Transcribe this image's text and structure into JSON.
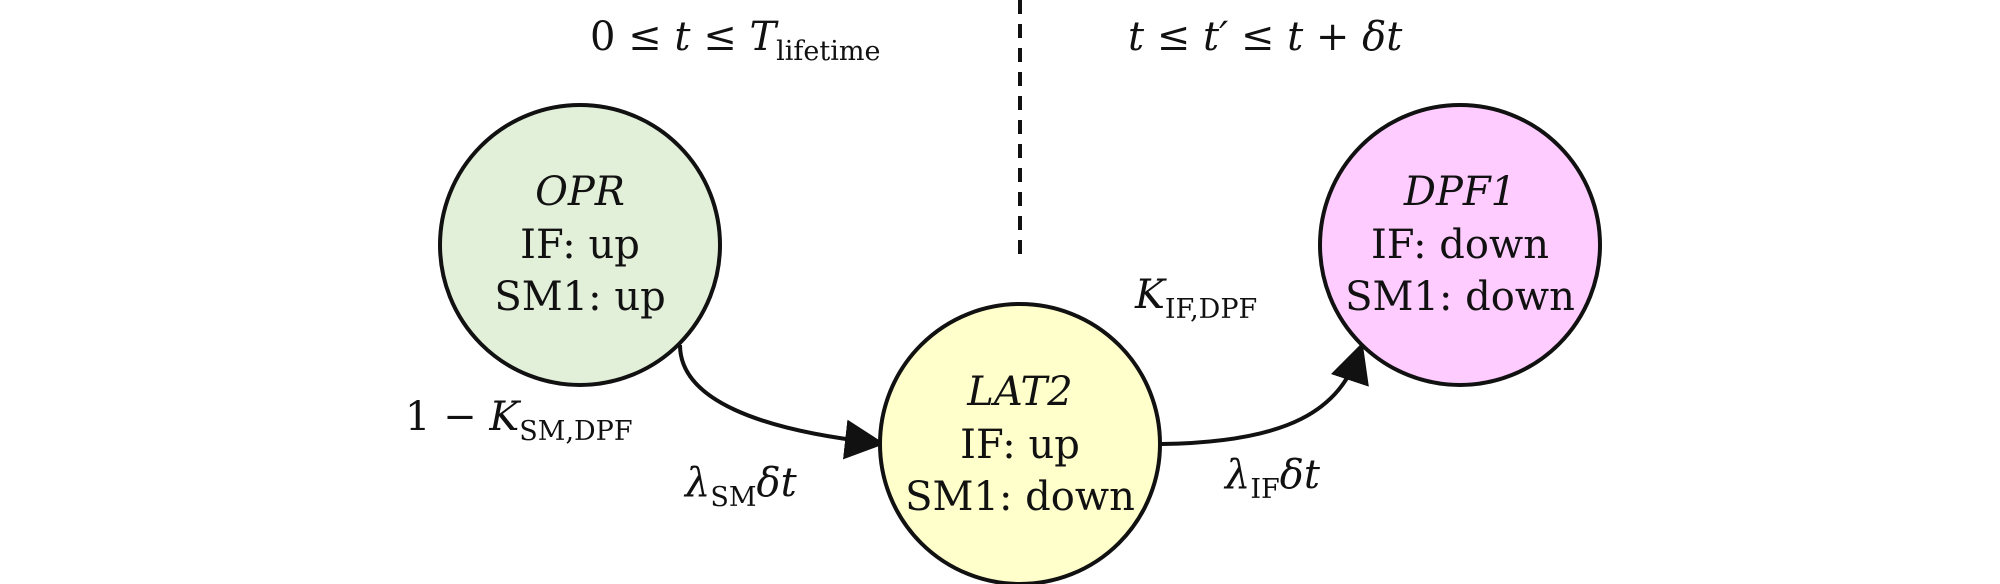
{
  "header": {
    "left_time_range": {
      "prefix": "0 ≤ ",
      "var": "t",
      "mid": " ≤ ",
      "T": "T",
      "sub": "lifetime"
    },
    "right_time_range": {
      "a": "t",
      "op1": " ≤ ",
      "b": "t′",
      "op2": " ≤ ",
      "c": "t",
      "op3": " + ",
      "d": "δt"
    }
  },
  "states": [
    {
      "id": "opr",
      "name": "OPR",
      "line1": "IF: up",
      "line2": "SM1: up",
      "fill": "#e2efd9"
    },
    {
      "id": "lat2",
      "name": "LAT2",
      "line1": "IF: up",
      "line2": "SM1: down",
      "fill": "#ffffcc"
    },
    {
      "id": "dpf1",
      "name": "DPF1",
      "line1": "IF: down",
      "line2": "SM1: down",
      "fill": "#ffccff"
    }
  ],
  "transitions": {
    "opr_to_lat2": {
      "coverage": {
        "prefix": "1 − ",
        "K": "K",
        "sub": "SM,DPF"
      },
      "rate": {
        "lambda": "λ",
        "sub": "SM",
        "suffix": "δt"
      }
    },
    "lat2_to_dpf1": {
      "coverage": {
        "K": "K",
        "sub": "IF,DPF"
      },
      "rate": {
        "lambda": "λ",
        "sub": "IF",
        "suffix": "δt"
      }
    }
  },
  "colors": {
    "stroke": "#111111",
    "opr_fill": "#e2efd9",
    "lat2_fill": "#ffffcc",
    "dpf1_fill": "#ffccff"
  }
}
